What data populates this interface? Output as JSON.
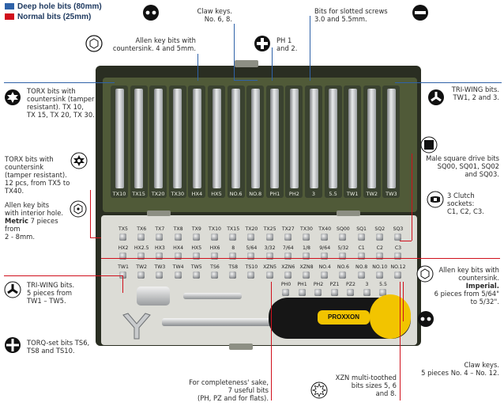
{
  "legend": {
    "deep": {
      "label": "Deep hole bits (80mm)",
      "color": "#2f62a8"
    },
    "normal": {
      "label": "Normal bits (25mm)",
      "color": "#d0101c"
    }
  },
  "colors": {
    "case_dark": "#2a2e22",
    "case_lid": "#505a38",
    "tray": "#dcdcd6",
    "brand_yellow": "#f2c400"
  },
  "callouts": {
    "claw_top": [
      "Claw keys.",
      "No. 6, 8."
    ],
    "slotted": [
      "Bits for slotted screws",
      "3.0 and 5.5mm."
    ],
    "allen_countersink": [
      "Allen key bits with",
      "countersink. 4 and 5mm."
    ],
    "ph": [
      "PH 1",
      "and 2."
    ],
    "torx_deep": [
      "TORX bits with",
      "countersink (tamper",
      "resistant). TX 10,",
      "TX 15, TX 20, TX 30."
    ],
    "triwing_deep": [
      "TRI-WING bits.",
      "TW1, 2 and 3."
    ],
    "torx_normal": [
      "TORX bits with",
      "countersink",
      "(tamper resistant).",
      "12 pcs, from TX5 to TX40."
    ],
    "male_square": [
      "Male square drive bits",
      "SQ00, SQ01, SQ02",
      "and SQ03."
    ],
    "allen_interior": [
      "Allen key bits",
      "with interior hole."
    ],
    "allen_interior_metric_bold": "Metric",
    "allen_interior_metric_rest": " 7 pieces from",
    "allen_interior_range": "2 - 8mm.",
    "clutch": [
      "3 Clutch sockets:",
      "C1, C2, C3."
    ],
    "allen_imperial": [
      "Allen key bits with",
      "countersink."
    ],
    "allen_imperial_bold": "Imperial.",
    "allen_imperial_rest": [
      "6 pieces from 5/64\"",
      "to 5/32\"."
    ],
    "triwing_normal": [
      "TRI-WING bits.",
      "5 pieces from",
      "TW1 – TW5."
    ],
    "torq": [
      "TORQ-set bits TS6,",
      "TS8 and TS10."
    ],
    "claw_bottom": [
      "Claw keys.",
      "5 pieces No. 4 – No. 12."
    ],
    "completeness": [
      "For completeness' sake,",
      "7 useful bits",
      "(PH, PZ and for flats)."
    ],
    "xzn": [
      "XZN multi-toothed",
      "bits sizes 5, 6",
      "and 8."
    ]
  },
  "deep_bits": [
    "TX10",
    "TX15",
    "TX20",
    "TX30",
    "HX4",
    "HX5",
    "NO.6",
    "NO.8",
    "PH1",
    "PH2",
    "3",
    "5.5",
    "TW1",
    "TW2",
    "TW3"
  ],
  "row1": [
    "TX5",
    "TX6",
    "TX7",
    "TX8",
    "TX9",
    "TX10",
    "TX15",
    "TX20",
    "TX25",
    "TX27",
    "TX30",
    "TX40",
    "SQ00",
    "SQ1",
    "SQ2",
    "SQ3"
  ],
  "row2": [
    "HX2",
    "HX2.5",
    "HX3",
    "HX4",
    "HX5",
    "HX6",
    "8",
    "5/64",
    "3/32",
    "7/64",
    "1/8",
    "9/64",
    "5/32",
    "C1",
    "C2",
    "C3"
  ],
  "row3": [
    "TW1",
    "TW2",
    "TW3",
    "TW4",
    "TW5",
    "TS6",
    "TS8",
    "TS10",
    "XZN5",
    "XZN6",
    "XZN8",
    "NO.4",
    "NO.6",
    "NO.8",
    "NO.10",
    "NO.12"
  ],
  "row4": [
    "PH0",
    "PH1",
    "PH2",
    "PZ1",
    "PZ2",
    "3",
    "5.5"
  ],
  "brand": "PROXXON"
}
